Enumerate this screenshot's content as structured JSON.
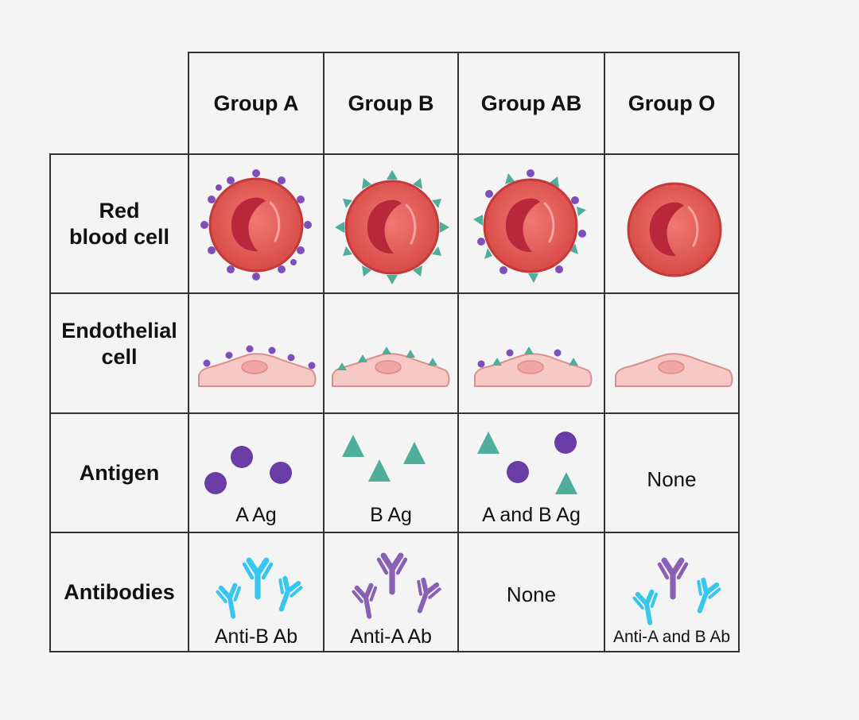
{
  "columns": [
    "Group A",
    "Group B",
    "Group AB",
    "Group O"
  ],
  "rows": [
    "Red\nblood cell",
    "Endothelial\ncell",
    "Antigen",
    "Antibodies"
  ],
  "antigen_captions": [
    "A Ag",
    "B Ag",
    "A and B Ag",
    "None"
  ],
  "antibody_captions": [
    "Anti-B Ab",
    "Anti-A Ab",
    "None",
    "Anti-A and B Ab"
  ],
  "colors": {
    "a_antigen": "#7e4fb8",
    "b_antigen": "#4fae9b",
    "anti_b_antibody": "#37c7ee",
    "anti_a_antibody": "#8a60b4",
    "red_cell": "#e05a55",
    "endothelial_cell": "#f7c9c6"
  }
}
